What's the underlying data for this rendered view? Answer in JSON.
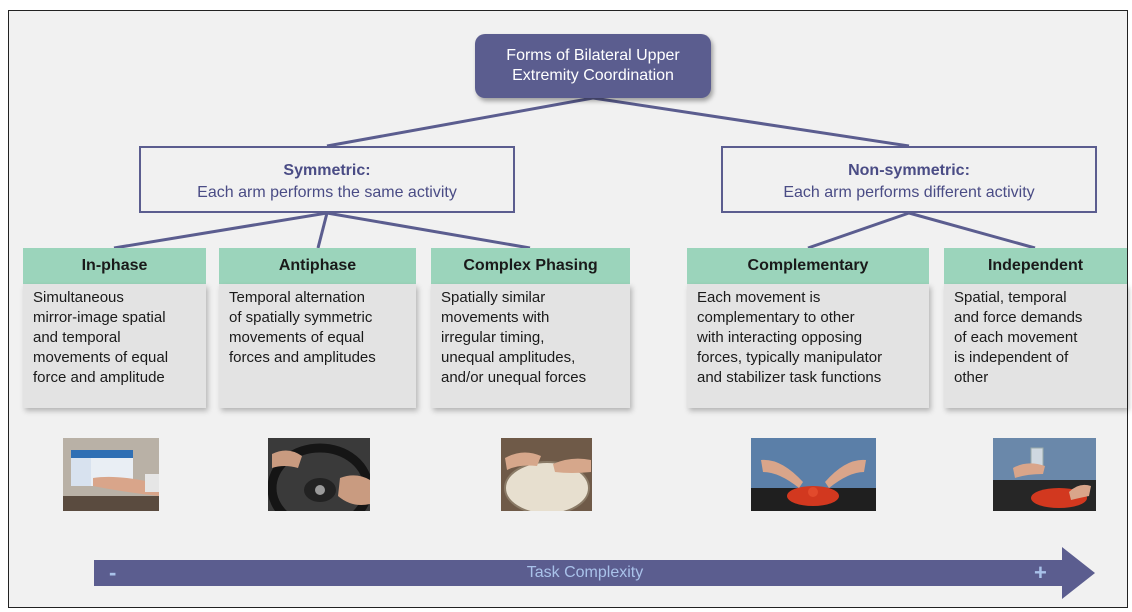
{
  "root_label": "Forms of Bilateral Upper Extremity Coordination",
  "categories": [
    {
      "title": "Symmetric:",
      "subtitle": "Each arm performs the same activity"
    },
    {
      "title": "Non-symmetric:",
      "subtitle": "Each arm performs different activity"
    }
  ],
  "forms": [
    {
      "name": "In-phase",
      "lines": [
        "Simultaneous",
        "mirror-image spatial",
        "and temporal",
        "movements of equal",
        "force and amplitude"
      ]
    },
    {
      "name": "Antiphase",
      "lines": [
        "Temporal alternation",
        "of spatially symmetric",
        "movements of equal",
        "forces and amplitudes"
      ]
    },
    {
      "name": "Complex Phasing",
      "lines": [
        "Spatially similar",
        "movements with",
        "irregular timing,",
        "unequal amplitudes,",
        "and/or unequal forces"
      ]
    },
    {
      "name": "Complementary",
      "lines": [
        "Each movement is",
        "complementary to other",
        "with interacting opposing",
        "forces, typically manipulator",
        "and stabilizer task functions"
      ]
    },
    {
      "name": "Independent",
      "lines": [
        "Spatial, temporal",
        "and force demands",
        "of each movement",
        "is independent of",
        "other"
      ]
    }
  ],
  "axis": {
    "label": "Task Complexity",
    "minus": "-",
    "plus": "+"
  },
  "colors": {
    "node": "#5b5d8f",
    "header": "#9bd4bb",
    "card": "#e3e3e3",
    "background": "#f1f1f1",
    "axis_text": "#a9c2ea"
  }
}
